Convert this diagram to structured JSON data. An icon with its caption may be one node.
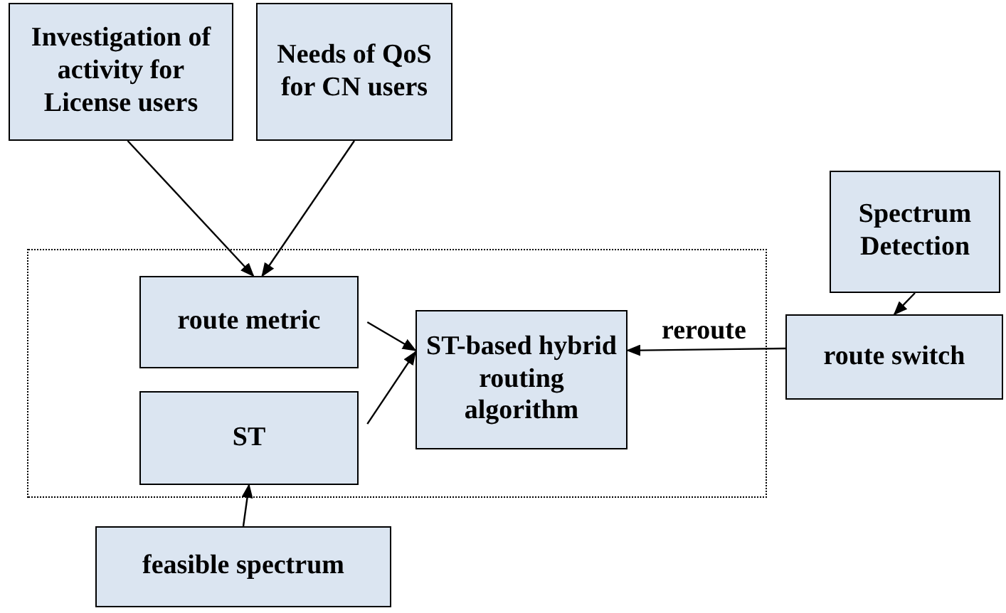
{
  "diagram": {
    "nodes": [
      {
        "text": [
          "Investigation of activity for License users"
        ]
      },
      {
        "text": [
          "Needs of QoS for CN users"
        ]
      },
      {
        "text": [
          "Spectrum Detection"
        ]
      },
      {
        "text": [],
        "shape": "box"
      },
      {
        "text": [
          "route metric"
        ],
        "in": 3
      },
      {
        "text": [
          "ST-based hybrid routing algorithm"
        ],
        "in": 3
      },
      {
        "text": [
          "ST"
        ],
        "in": 3
      },
      {
        "text": [
          "route switch"
        ]
      },
      {
        "text": [
          "feasible spectrum"
        ]
      }
    ],
    "edges": [
      {
        "from": 0,
        "to": 4,
        "arrow": "to"
      },
      {
        "from": 1,
        "to": 4,
        "arrow": "to"
      },
      {
        "from": 4,
        "to": 5,
        "arrow": "to"
      },
      {
        "from": 6,
        "to": 5,
        "arrow": "to"
      },
      {
        "from": 2,
        "to": 7,
        "arrow": "to"
      },
      {
        "from": 7,
        "to": 5,
        "arrow": "to",
        "label": "reroute"
      },
      {
        "from": 8,
        "to": 6,
        "arrow": "to"
      }
    ]
  }
}
